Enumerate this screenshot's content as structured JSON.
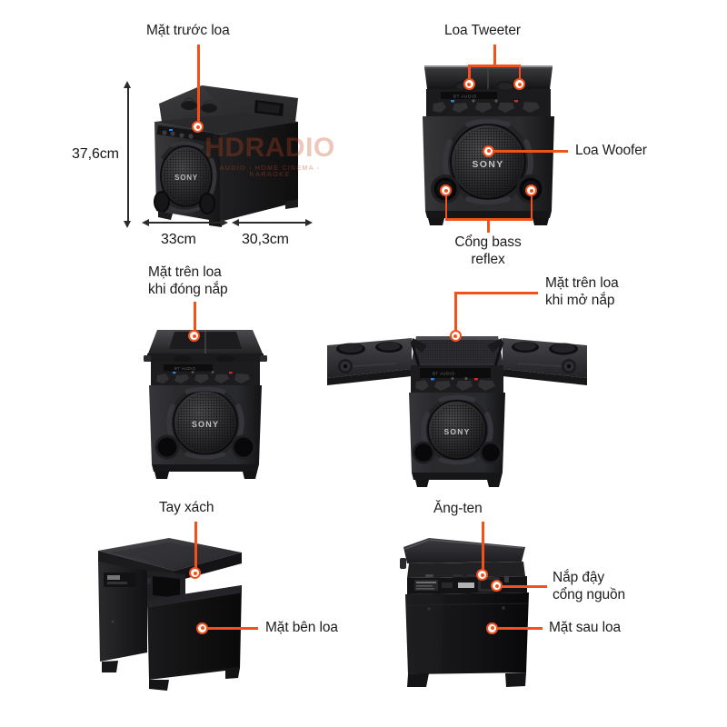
{
  "page": {
    "background_color": "#ffffff",
    "accent_color": "#F2511B",
    "text_color": "#1c1c1c",
    "brand_on_speaker": "SONY",
    "display_text": "BT AUDIO"
  },
  "watermark": {
    "main": "HDRADIO",
    "sub": "AUDIO - HOME CINEMA - KARAOKE",
    "color": "#C8461E"
  },
  "dimensions": {
    "height": "37,6cm",
    "width": "33cm",
    "depth": "30,3cm"
  },
  "views": [
    {
      "id": "three-quarter-front",
      "callouts": [
        {
          "label": "Mặt trước loa"
        }
      ]
    },
    {
      "id": "front",
      "callouts": [
        {
          "label": "Loa Tweeter"
        },
        {
          "label": "Loa Woofer"
        },
        {
          "label": "Cổng bass\nreflex"
        }
      ]
    },
    {
      "id": "top-closed-lid",
      "callouts": [
        {
          "label": "Mặt trên loa\nkhi đóng nắp"
        }
      ]
    },
    {
      "id": "top-open-lid",
      "callouts": [
        {
          "label": "Mặt trên loa\nkhi mở nắp"
        }
      ]
    },
    {
      "id": "side",
      "callouts": [
        {
          "label": "Tay xách"
        },
        {
          "label": "Mặt bên loa"
        }
      ]
    },
    {
      "id": "rear",
      "callouts": [
        {
          "label": "Ăng-ten"
        },
        {
          "label": "Nắp đậy\ncổng nguồn"
        },
        {
          "label": "Mặt sau loa"
        }
      ]
    }
  ],
  "labels": {
    "front_face": "Mặt trước loa",
    "tweeter": "Loa Tweeter",
    "woofer": "Loa Woofer",
    "bass_reflex": "Cổng bass\nreflex",
    "top_closed": "Mặt trên loa\nkhi đóng nắp",
    "top_open": "Mặt trên loa\nkhi mở nắp",
    "handle": "Tay xách",
    "side_face": "Mặt bên loa",
    "antenna": "Ăng-ten",
    "power_cover": "Nắp đậy\ncổng nguồn",
    "rear_face": "Mặt sau loa"
  }
}
